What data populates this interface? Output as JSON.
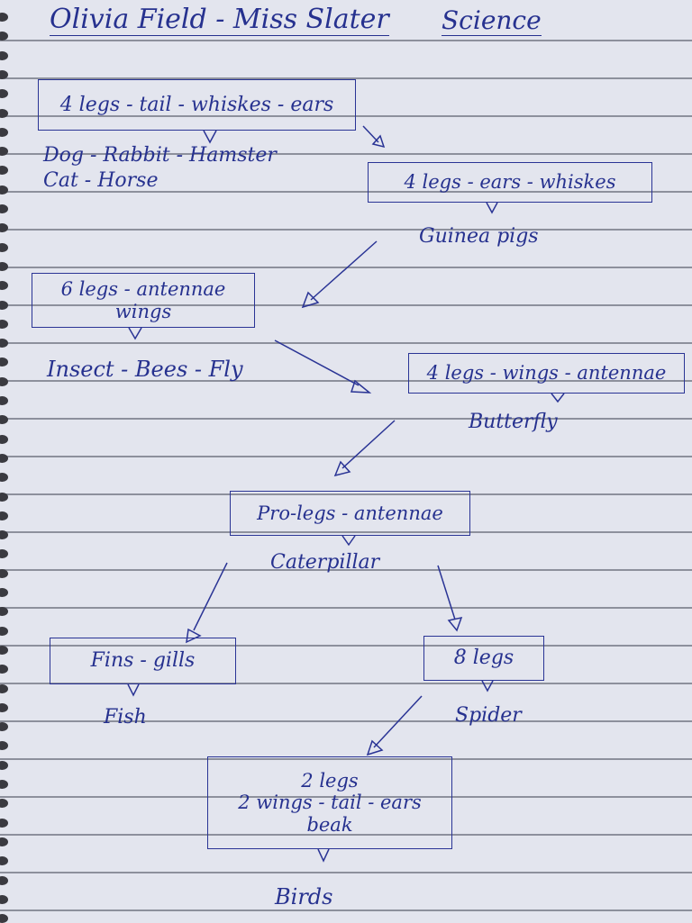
{
  "header": {
    "name": "Olivia Field - Miss Slater",
    "subject": "Science"
  },
  "nodes": [
    {
      "box": [
        "4 legs - tail - whiskes - ears"
      ],
      "result": [
        "Dog - Rabbit - Hamster",
        "Cat - Horse"
      ]
    },
    {
      "box": [
        "4 legs - ears - whiskes"
      ],
      "result": [
        "Guinea pigs"
      ]
    },
    {
      "box": [
        "6 legs - antennae",
        "wings"
      ],
      "result": [
        "Insect - Bees - Fly"
      ]
    },
    {
      "box": [
        "4 legs - wings - antennae"
      ],
      "result": [
        "Butterfly"
      ]
    },
    {
      "box": [
        "Pro-legs - antennae"
      ],
      "result": [
        "Caterpillar"
      ]
    },
    {
      "box": [
        "Fins - gills"
      ],
      "result": [
        "Fish"
      ]
    },
    {
      "box": [
        "8 legs"
      ],
      "result": [
        "Spider"
      ]
    },
    {
      "box": [
        "2 legs",
        "2 wings - tail - ears",
        "beak"
      ],
      "result": [
        "Birds"
      ]
    }
  ],
  "colors": {
    "ink": "#26318f",
    "paper": "#e3e5ee",
    "rule": "#8d909c"
  }
}
